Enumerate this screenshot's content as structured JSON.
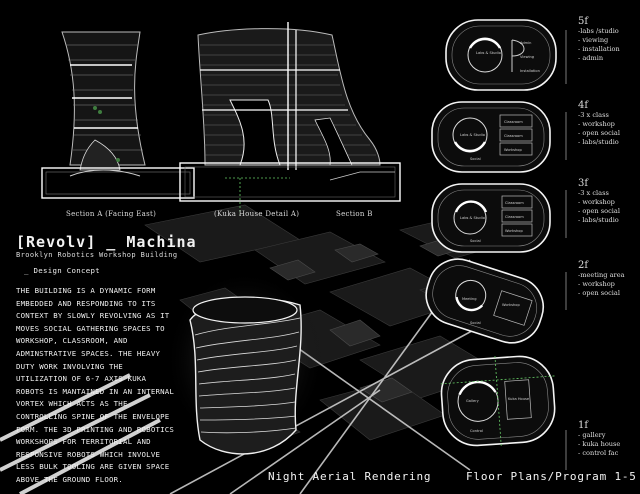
{
  "sections": {
    "section_a_label": "Section A (Facing East)",
    "kuka_label": "(Kuka House Detail A)",
    "section_b_label": "Section B"
  },
  "project": {
    "title": "[Revolv] _ Machina",
    "subtitle": "Brooklyn Robotics Workshop Building",
    "concept_heading": "_ Design Concept",
    "description": "The building is a dynamic form embedded and responding to its context by slowly revolving as it moves social gathering spaces to workshop, classroom, and adminstrative spaces. The heavy duty work involving the utilization of 6-7 axis kuka robots is mantained in an internal vortex which acts as the controlling spine of the envelope form. The 3D printing and robotics workshops for territorial and responsive robots which involve less bulk tooling are given space above the ground floor."
  },
  "footer": {
    "rendering_label": "Night Aerial Rendering",
    "plans_label": "Floor Plans/Program 1-5"
  },
  "floors": [
    {
      "level": "5f",
      "program": [
        "-labs /studio",
        "- viewing",
        "- installation",
        "- admin"
      ]
    },
    {
      "level": "4f",
      "program": [
        "-3 x class",
        "- workshop",
        "- open social",
        "- labs/studio"
      ]
    },
    {
      "level": "3f",
      "program": [
        "-3 x class",
        "- workshop",
        "- open social",
        "- labs/studio"
      ]
    },
    {
      "level": "2f",
      "program": [
        "-meeting area",
        "- workshop",
        "- open social"
      ]
    },
    {
      "level": "1f",
      "program": [
        "- gallery",
        "- kuka house",
        "- control fac"
      ]
    }
  ],
  "plan_rooms": {
    "p5": [
      "Labs & Studio",
      "Admin",
      "Viewing",
      "Installation"
    ],
    "p4": [
      "Labs & Studio",
      "Classroom",
      "Classroom",
      "Workshop",
      "Social"
    ],
    "p3": [
      "Labs & Studio",
      "Classroom",
      "Classroom",
      "Workshop",
      "Social"
    ],
    "p2": [
      "Meeting",
      "Workshop",
      "Social"
    ],
    "p1": [
      "Gallery",
      "Kuka House",
      "Control"
    ]
  }
}
